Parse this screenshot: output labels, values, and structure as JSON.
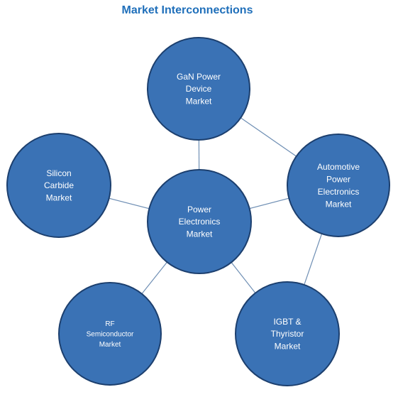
{
  "title": "Market Interconnections",
  "colors": {
    "title": "#1f6fba",
    "node_fill": "#3a72b5",
    "node_stroke": "#1c3f6e",
    "edge": "#6f8fb4",
    "label": "#ffffff"
  },
  "nodes": [
    {
      "id": "gan",
      "lines": [
        "GaN Power",
        "Device",
        "Market"
      ]
    },
    {
      "id": "silicon",
      "lines": [
        "Silicon",
        "Carbide",
        "Market"
      ]
    },
    {
      "id": "power",
      "lines": [
        "Power",
        "Electronics",
        "Market"
      ]
    },
    {
      "id": "automotive",
      "lines": [
        "Automotive",
        "Power",
        "Electronics",
        "Market"
      ]
    },
    {
      "id": "rf",
      "lines": [
        "RF",
        "Semiconductor",
        "Market"
      ]
    },
    {
      "id": "igbt",
      "lines": [
        "IGBT &",
        "Thyristor",
        "Market"
      ]
    }
  ],
  "edges": [
    [
      "gan",
      "power"
    ],
    [
      "gan",
      "automotive"
    ],
    [
      "silicon",
      "power"
    ],
    [
      "power",
      "automotive"
    ],
    [
      "power",
      "rf"
    ],
    [
      "power",
      "igbt"
    ],
    [
      "automotive",
      "igbt"
    ]
  ]
}
